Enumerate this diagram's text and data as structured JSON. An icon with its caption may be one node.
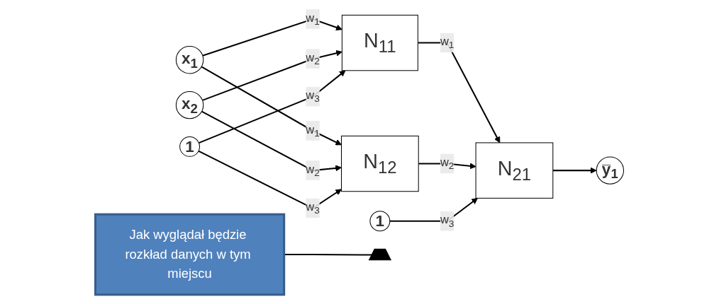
{
  "diagram": {
    "nodes": [
      {
        "text": [
          "x$_{1}$"
        ]
      },
      {
        "text": [
          "x$_{2}$"
        ]
      },
      {
        "text": [
          "1"
        ]
      },
      {
        "text": [
          "N$_{11}$"
        ]
      },
      {
        "text": [
          "N$_{12}$"
        ]
      },
      {
        "text": [
          "1"
        ]
      },
      {
        "text": [],
        "shape": "bar"
      },
      {
        "text": [
          "Jak wyglądał będzie rozkład danych w tym miejscu"
        ]
      },
      {
        "text": [
          "N$_{21}$"
        ]
      },
      {
        "text": [
          "y̅$_{1}$"
        ]
      }
    ],
    "edges": [
      {
        "from": 0,
        "to": 3,
        "arrow": "to",
        "label": "w$_{1}$"
      },
      {
        "from": 0,
        "to": 4,
        "arrow": "to",
        "label": "w$_{1}$"
      },
      {
        "from": 1,
        "to": 3,
        "arrow": "to",
        "label": "w$_{2}$"
      },
      {
        "from": 1,
        "to": 4,
        "arrow": "to",
        "label": "w$_{2}$"
      },
      {
        "from": 2,
        "to": 3,
        "arrow": "to",
        "label": "w$_{3}$"
      },
      {
        "from": 2,
        "to": 4,
        "arrow": "to",
        "label": "w$_{3}$"
      },
      {
        "from": 3,
        "to": 8,
        "arrow": "to",
        "label": "w$_{1}$"
      },
      {
        "from": 4,
        "to": 8,
        "arrow": "to",
        "label": "w$_{2}$"
      },
      {
        "from": 5,
        "to": 8,
        "arrow": "to",
        "label": "w$_{3}$"
      },
      {
        "from": 8,
        "to": 9,
        "arrow": "to"
      },
      {
        "from": 7,
        "to": 6,
        "arrow": "none"
      }
    ]
  }
}
